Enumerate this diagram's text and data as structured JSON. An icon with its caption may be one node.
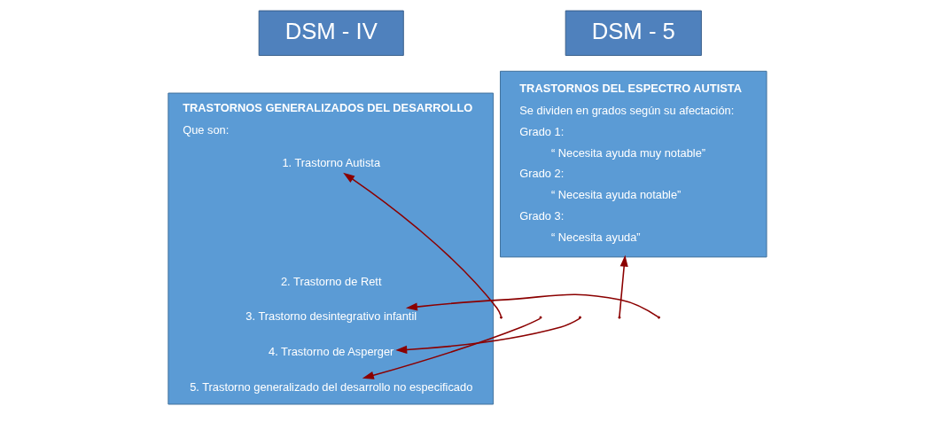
{
  "diagram": {
    "nodes": [
      {
        "text": [
          "DSM - IV"
        ]
      },
      {
        "text": [
          "DSM - 5"
        ]
      },
      {
        "text": [
          "TRASTORNOS GENERALIZADOS DEL DESARROLLO",
          "Que son:"
        ]
      },
      {
        "text": [
          "1. Trastorno Autista"
        ],
        "in": 2
      },
      {
        "text": [
          "2. Trastorno de Rett"
        ],
        "in": 2
      },
      {
        "text": [
          "3. Trastorno desintegrativo infantil"
        ],
        "in": 2
      },
      {
        "text": [
          "4. Trastorno de Asperger"
        ],
        "in": 2
      },
      {
        "text": [
          "5. Trastorno generalizado del desarrollo no especificado"
        ],
        "in": 2
      },
      {
        "text": [
          "TRASTORNOS DEL ESPECTRO AUTISTA",
          "Se dividen en grados según su afectación:",
          "Grado 1:",
          "“ Necesita ayuda muy notable”",
          "Grado 2:",
          "“ Necesita ayuda notable”",
          "Grado 3:",
          "“ Necesita ayuda”"
        ]
      }
    ],
    "edges": [
      {
        "from": null,
        "to": 3,
        "arrow": "to"
      },
      {
        "from": null,
        "to": 5,
        "arrow": "to"
      },
      {
        "from": null,
        "to": 6,
        "arrow": "to"
      },
      {
        "from": null,
        "to": 7,
        "arrow": "to"
      },
      {
        "from": null,
        "to": 8,
        "arrow": "to"
      }
    ]
  }
}
